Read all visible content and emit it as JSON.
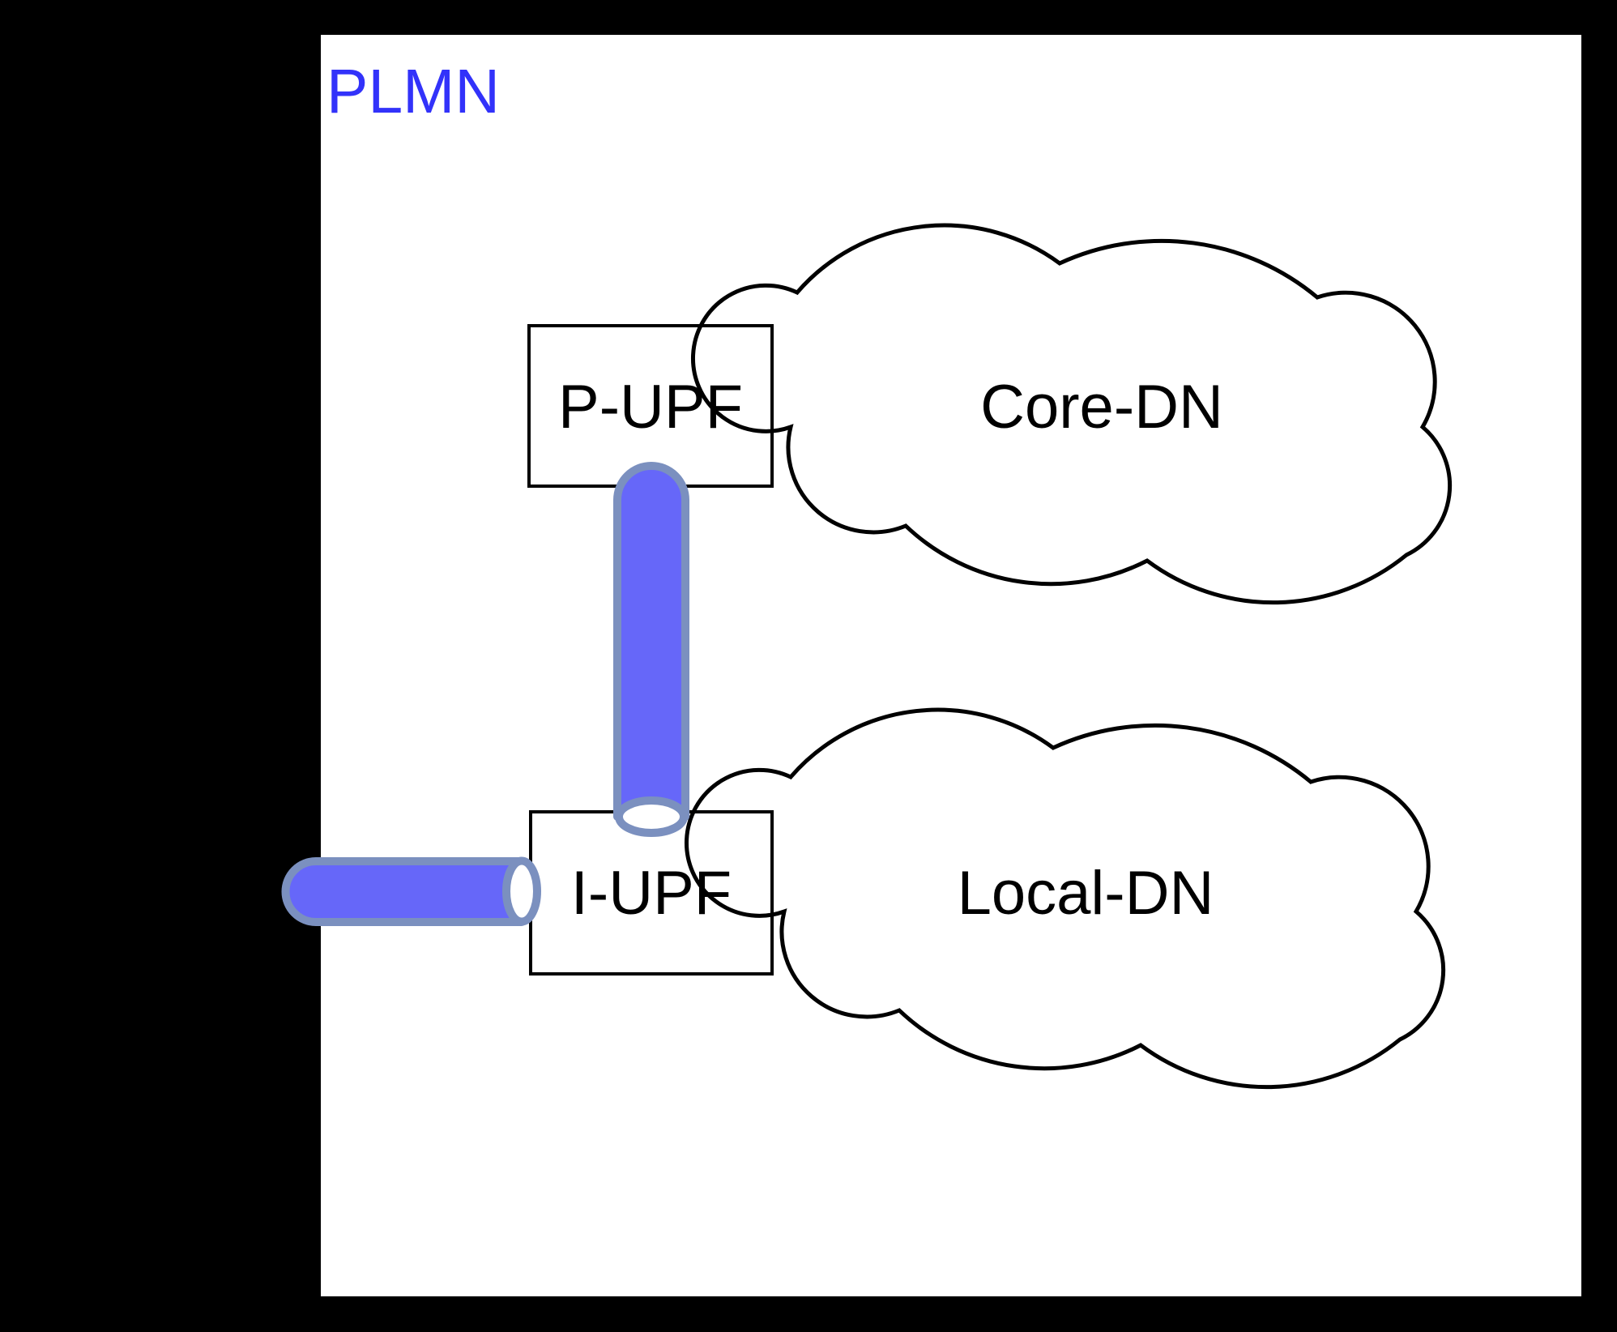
{
  "diagram": {
    "type": "network-topology",
    "region": {
      "label": "PLMN",
      "label_color": "#3232fa",
      "fill": "#ffffff",
      "background": "#000000"
    },
    "nodes": [
      {
        "id": "p-upf",
        "label": "P-UPF"
      },
      {
        "id": "i-upf",
        "label": "I-UPF"
      }
    ],
    "clouds": [
      {
        "id": "core-dn",
        "label": "Core-DN"
      },
      {
        "id": "local-dn",
        "label": "Local-DN"
      }
    ],
    "tunnels": {
      "fill": "#6667f9",
      "stroke": "#7b90bf",
      "mouth_fill": "#ffffff",
      "vertical_tunnel": "pipe between P-UPF and I-UPF",
      "horizontal_tunnel": "pipe entering I-UPF from outside PLMN"
    },
    "outline_color": "#000000"
  }
}
